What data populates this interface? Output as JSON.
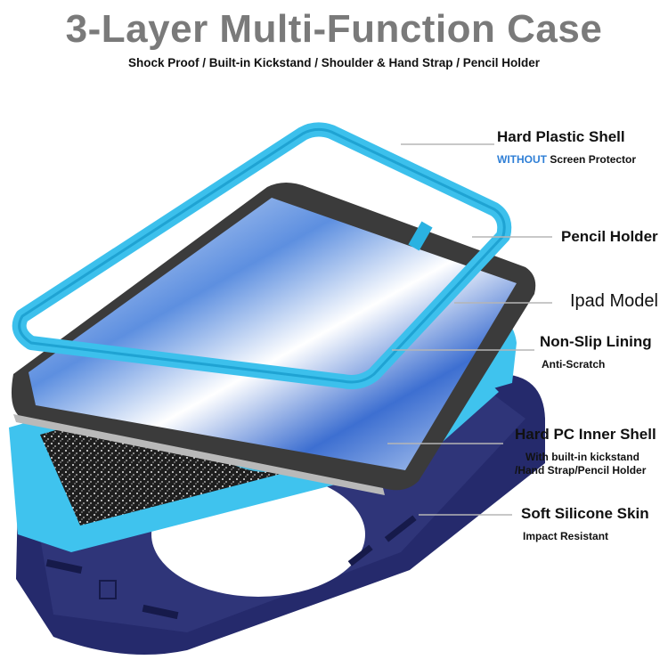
{
  "header": {
    "title": "3-Layer Multi-Function Case",
    "subtitle": "Shock Proof / Built-in Kickstand / Shoulder & Hand Strap / Pencil Holder"
  },
  "callouts": [
    {
      "id": "hard-plastic-shell",
      "title": "Hard Plastic Shell",
      "sub_accent": "WITHOUT",
      "sub": " Screen Protector"
    },
    {
      "id": "pencil-holder",
      "title": "Pencil Holder"
    },
    {
      "id": "ipad-model",
      "title": "Ipad Model"
    },
    {
      "id": "non-slip-lining",
      "title": "Non-Slip Lining",
      "sub": "Anti-Scratch"
    },
    {
      "id": "hard-pc-inner-shell",
      "title": "Hard PC Inner Shell",
      "sub_line1": "With built-in kickstand",
      "sub_line2": "/Hand Strap/Pencil Holder"
    },
    {
      "id": "soft-silicone-skin",
      "title": "Soft Silicone Skin",
      "sub": "Impact Resistant"
    }
  ],
  "colors": {
    "title_gray": "#7a7a7a",
    "accent_blue": "#2f7fd6",
    "shell_cyan": "#3cc0ec",
    "silicone_navy": "#242a6b",
    "ipad_bezel": "#3b3b3b",
    "leader_line": "#b5b5b5"
  }
}
